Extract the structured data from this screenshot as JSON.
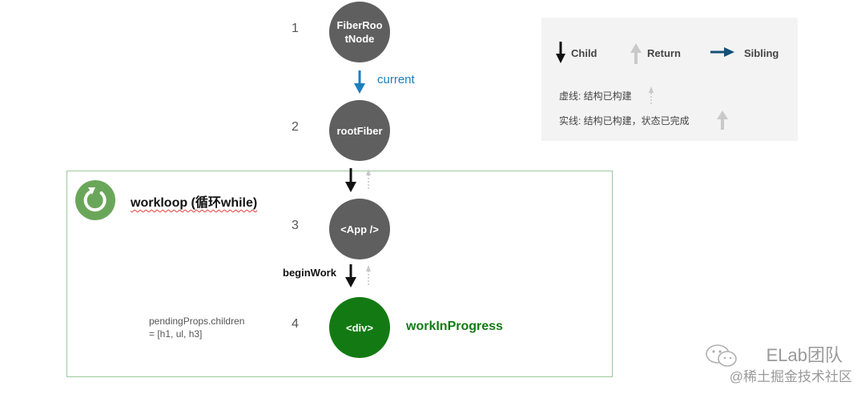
{
  "nodes": [
    {
      "index": "1",
      "label_line1": "FiberRoo",
      "label_line2": "tNode"
    },
    {
      "index": "2",
      "label": "rootFiber"
    },
    {
      "index": "3",
      "label": "<App />"
    },
    {
      "index": "4",
      "label": "<div>"
    }
  ],
  "edges": {
    "current": "current",
    "begin_work": "beginWork"
  },
  "work_in_progress": "workInProgress",
  "workloop": {
    "title": "workloop (循环while)"
  },
  "pending_props": {
    "line1": "pendingProps.children",
    "line2": "= [h1, ul, h3]"
  },
  "legend": {
    "child": "Child",
    "return": "Return",
    "sibling": "Sibling",
    "dashed_note": "虚线: 结构已构建",
    "solid_note": "实线: 结构已构建，状态已完成"
  },
  "watermark": {
    "line1": "ELab团队",
    "line2": "@稀土掘金技术社区"
  },
  "colors": {
    "node_gray": "#5f5f5f",
    "node_green": "#137a13",
    "current_blue": "#1a7fc1",
    "sibling_blue": "#12507a",
    "loop_icon_green": "#6aa65a",
    "loop_border": "#9dc89d"
  }
}
